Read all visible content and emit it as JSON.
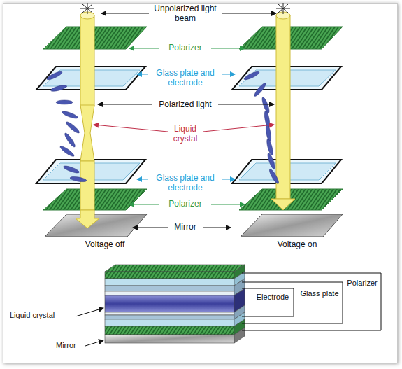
{
  "diagram": {
    "labels": [
      "Unpolarized light beam",
      "Polarizer",
      "Glass plate and electrode",
      "Polarized light",
      "Liquid crystal",
      "Glass plate and electrode",
      "Polarizer",
      "Mirror",
      "Voltage off",
      "Voltage on",
      "Electrode",
      "Glass plate",
      "Polarizer",
      "Liquid crystal",
      "Mirror"
    ]
  }
}
